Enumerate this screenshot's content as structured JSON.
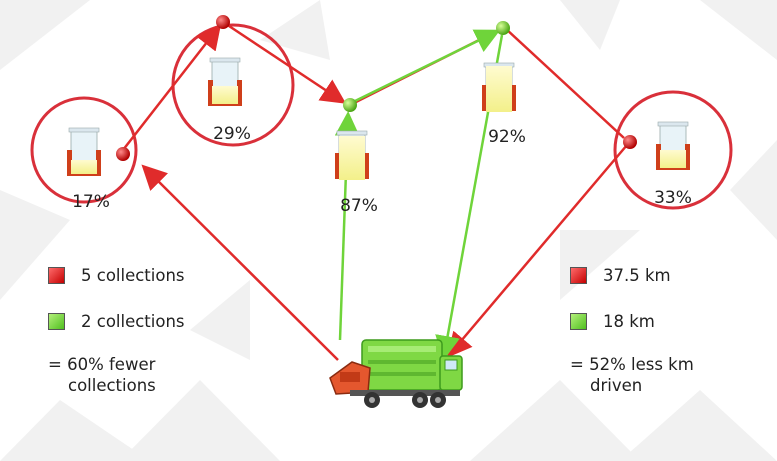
{
  "bins": [
    {
      "id": "bin-1",
      "fill": "17%"
    },
    {
      "id": "bin-2",
      "fill": "29%"
    },
    {
      "id": "bin-3",
      "fill": "87%"
    },
    {
      "id": "bin-4",
      "fill": "92%"
    },
    {
      "id": "bin-5",
      "fill": "33%"
    }
  ],
  "legend_left": {
    "red_label": "5 collections",
    "green_label": "2 collections",
    "summary_line1": "= 60% fewer",
    "summary_line2": "collections"
  },
  "legend_right": {
    "red_label": "37.5 km",
    "green_label": "18 km",
    "summary_line1": "= 52% less km",
    "summary_line2": "driven"
  },
  "colors": {
    "red_route": "#e02b2b",
    "green_route": "#6fd43a",
    "circle_ring": "#d9303a",
    "bin_frame": "#d8401c"
  },
  "icons": {
    "truck": "garbage-truck-icon",
    "bin": "waste-bin-icon"
  }
}
